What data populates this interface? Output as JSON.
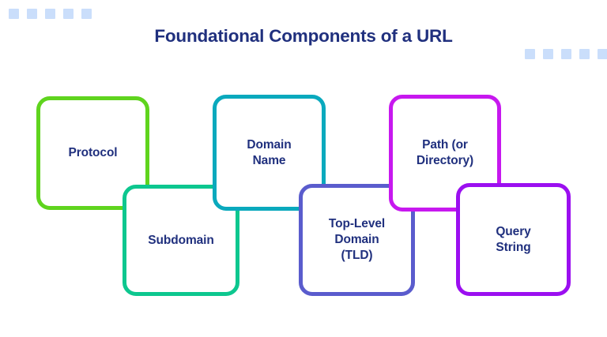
{
  "page": {
    "title": "Foundational Components of a URL",
    "background_color": "#ffffff",
    "title_color": "#20307e"
  },
  "decor": {
    "dot_color": "#cadefb",
    "top_left_squares": 5,
    "top_right_squares": 5
  },
  "diagram": {
    "type": "chain-of-rounded-boxes",
    "boxes": [
      {
        "id": "protocol",
        "label": "Protocol",
        "border_color": "#5fd41e",
        "row": "top",
        "order": 1
      },
      {
        "id": "subdomain",
        "label": "Subdomain",
        "border_color": "#0dc78f",
        "row": "bottom",
        "order": 2
      },
      {
        "id": "domain",
        "label": "Domain\nName",
        "border_color": "#0aa9bd",
        "row": "top",
        "order": 3
      },
      {
        "id": "tld",
        "label": "Top-Level\nDomain\n(TLD)",
        "border_color": "#5a5ccd",
        "row": "bottom",
        "order": 4
      },
      {
        "id": "path",
        "label": "Path (or\nDirectory)",
        "border_color": "#c718ef",
        "row": "top",
        "order": 5
      },
      {
        "id": "query",
        "label": "Query\nString",
        "border_color": "#9b0ff0",
        "row": "bottom",
        "order": 6
      }
    ],
    "label_color": "#20307e"
  }
}
